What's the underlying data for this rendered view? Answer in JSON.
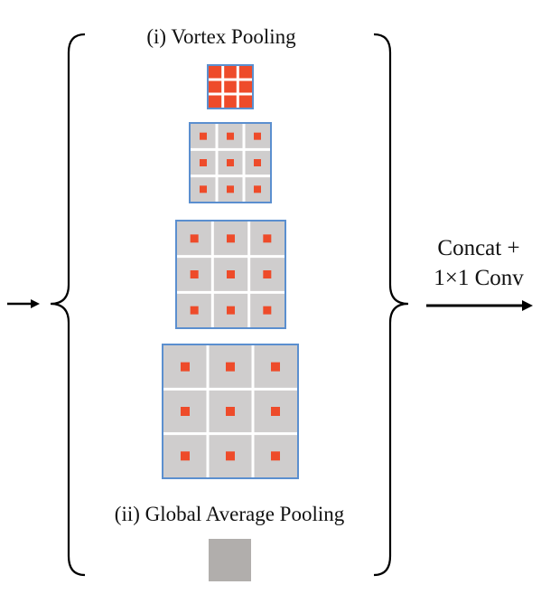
{
  "vortex_title": "(i) Vortex Pooling",
  "gap_title": "(ii) Global Average Pooling",
  "concat_line1": "Concat +",
  "concat_line2": "1×1 Conv",
  "pool_grid": {
    "rows": 3,
    "cols": 3,
    "levels": 4
  },
  "colors": {
    "border": "#5b8fcf",
    "cell": "#cfcdcd",
    "center": "#ee4b2a",
    "gap_box": "#b1aeac",
    "stroke": "#000000"
  }
}
